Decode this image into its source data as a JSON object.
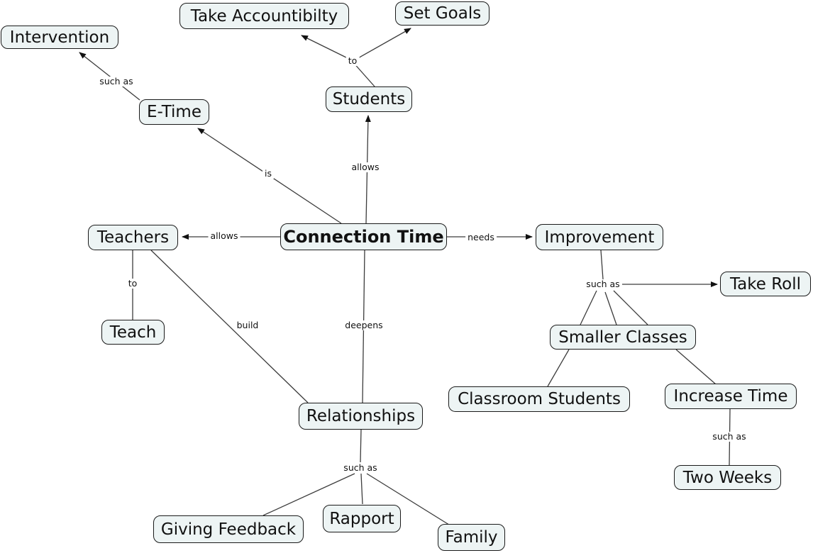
{
  "nodes": {
    "intervention": "Intervention",
    "take_accountibilty": "Take Accountibilty",
    "set_goals": "Set Goals",
    "e_time": "E-Time",
    "students": "Students",
    "connection_time": "Connection Time",
    "teachers": "Teachers",
    "improvement": "Improvement",
    "take_roll": "Take Roll",
    "teach": "Teach",
    "smaller_classes": "Smaller Classes",
    "classroom_students": "Classroom Students",
    "increase_time": "Increase Time",
    "two_weeks": "Two Weeks",
    "relationships": "Relationships",
    "giving_feedback": "Giving Feedback",
    "rapport": "Rapport",
    "family": "Family"
  },
  "edge_labels": {
    "such_as_e_time_intervention": "such as",
    "to_students_goals": "to",
    "is_connection_etime": "is",
    "allows_connection_students": "allows",
    "allows_connection_teachers": "allows",
    "needs_connection_improvement": "needs",
    "to_teachers_teach": "to",
    "build_teachers_relationships": "build",
    "deepens_connection_relationships": "deepens",
    "such_as_improvement": "such as",
    "such_as_increase_time": "such as",
    "such_as_relationships": "such as"
  },
  "colors": {
    "node_fill": "#edf4f4",
    "node_border": "#1a1a1a",
    "line": "#3c3c3c",
    "text": "#111111",
    "bg": "#ffffff"
  }
}
